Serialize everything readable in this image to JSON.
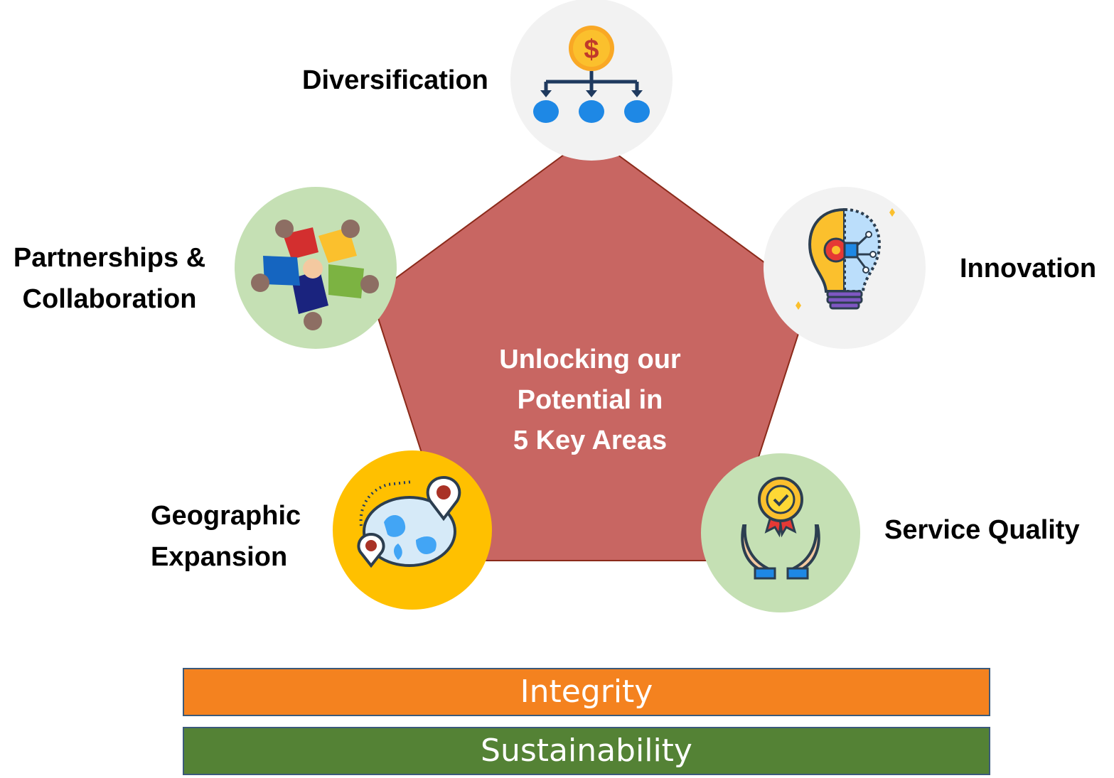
{
  "center": {
    "line1": "Unlocking our",
    "line2": "Potential in",
    "line3": "5 Key Areas"
  },
  "areas": {
    "diversification": {
      "label": "Diversification",
      "icon": "money-hierarchy-icon"
    },
    "innovation": {
      "label": "Innovation",
      "icon": "lightbulb-gear-icon"
    },
    "service_quality": {
      "label": "Service Quality",
      "icon": "quality-badge-hands-icon"
    },
    "geographic": {
      "line1": "Geographic",
      "line2": "Expansion",
      "icon": "globe-pins-icon"
    },
    "partnerships": {
      "line1": "Partnerships &",
      "line2": "Collaboration",
      "icon": "team-circle-icon"
    }
  },
  "foundations": {
    "integrity": "Integrity",
    "sustainability": "Sustainability"
  },
  "colors": {
    "pentagon": "#c86662",
    "pentagon_border": "#8b2a1a",
    "circle_gray": "#f2f2f2",
    "circle_green": "#c5e0b4",
    "circle_yellow": "#ffc000",
    "integrity_bar": "#f4821f",
    "sustainability_bar": "#548235"
  }
}
